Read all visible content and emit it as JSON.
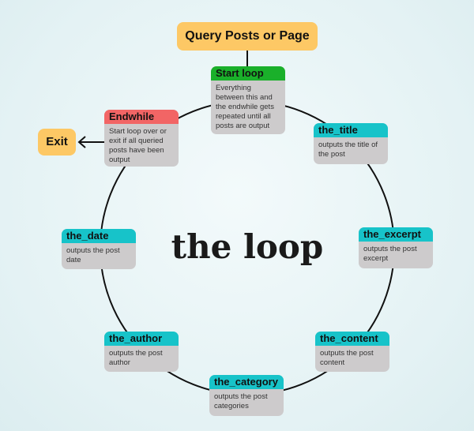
{
  "query": "Query Posts or Page",
  "exit": "Exit",
  "center_title": "the loop",
  "nodes": {
    "start": {
      "title": "Start loop",
      "desc": "Everything between this and the endwhile gets repeated until all posts are output"
    },
    "endwhile": {
      "title": "Endwhile",
      "desc": "Start loop over or exit if all queried posts have been output"
    },
    "the_title": {
      "title": "the_title",
      "desc": "outputs the title of the post"
    },
    "the_excerpt": {
      "title": "the_excerpt",
      "desc": "outputs the post excerpt"
    },
    "the_content": {
      "title": "the_content",
      "desc": "outputs the post content"
    },
    "the_category": {
      "title": "the_category",
      "desc": "outputs the post categories"
    },
    "the_author": {
      "title": "the_author",
      "desc": "outputs the post author"
    },
    "the_date": {
      "title": "the_date",
      "desc": "outputs the post date"
    }
  },
  "colors": {
    "query": "#fdc865",
    "start": "#1ab02a",
    "endwhile": "#f26565",
    "step": "#17c3c9",
    "body": "#cdcbcc"
  }
}
